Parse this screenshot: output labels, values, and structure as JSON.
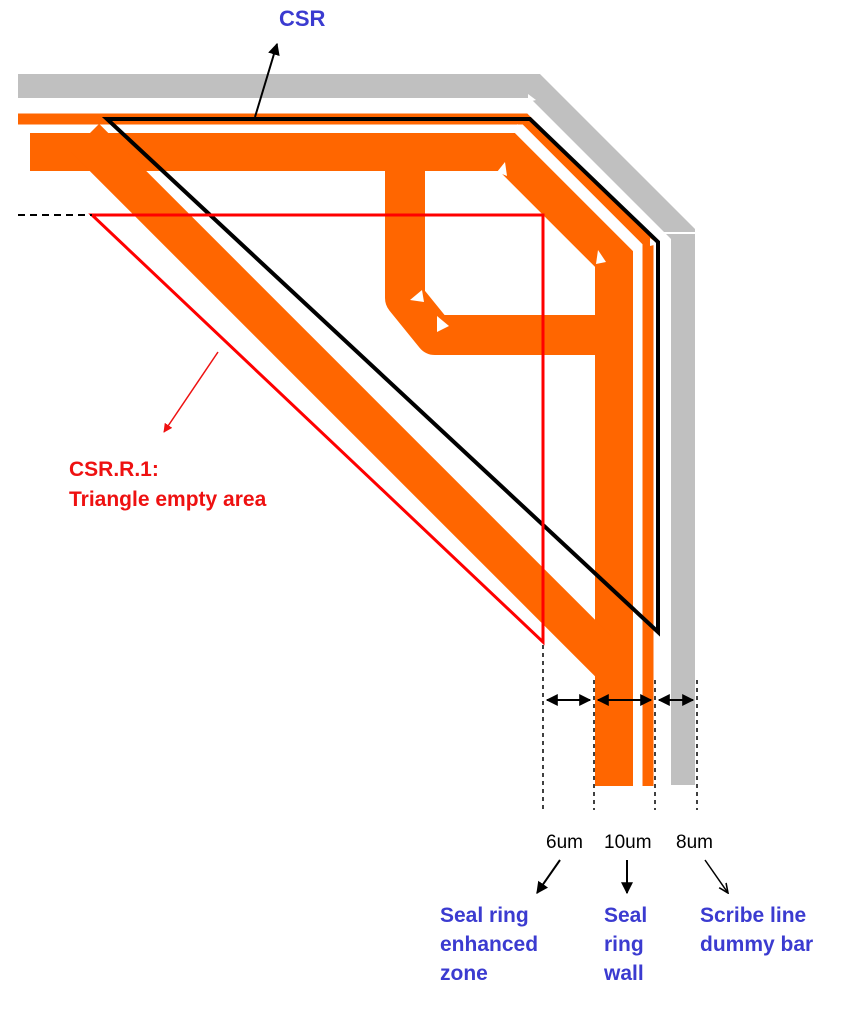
{
  "labels": {
    "csr": "CSR",
    "rule_line1": "CSR.R.1:",
    "rule_line2": "Triangle empty area",
    "dim_enhanced": "6um",
    "dim_wall": "10um",
    "dim_scribe": "8um",
    "enhanced_zone": [
      "Seal ring",
      "enhanced",
      "zone"
    ],
    "ring_wall": [
      "Seal",
      "ring",
      "wall"
    ],
    "scribe_bar": [
      "Scribe line",
      "dummy bar"
    ]
  },
  "colors": {
    "seal_ring": "#ff6600",
    "scribe_bar": "#c0c0c0",
    "csr_outline": "#000000",
    "triangle_outline": "#ff0000",
    "label_blue": "#3b3bd0",
    "label_red": "#ee1111"
  }
}
